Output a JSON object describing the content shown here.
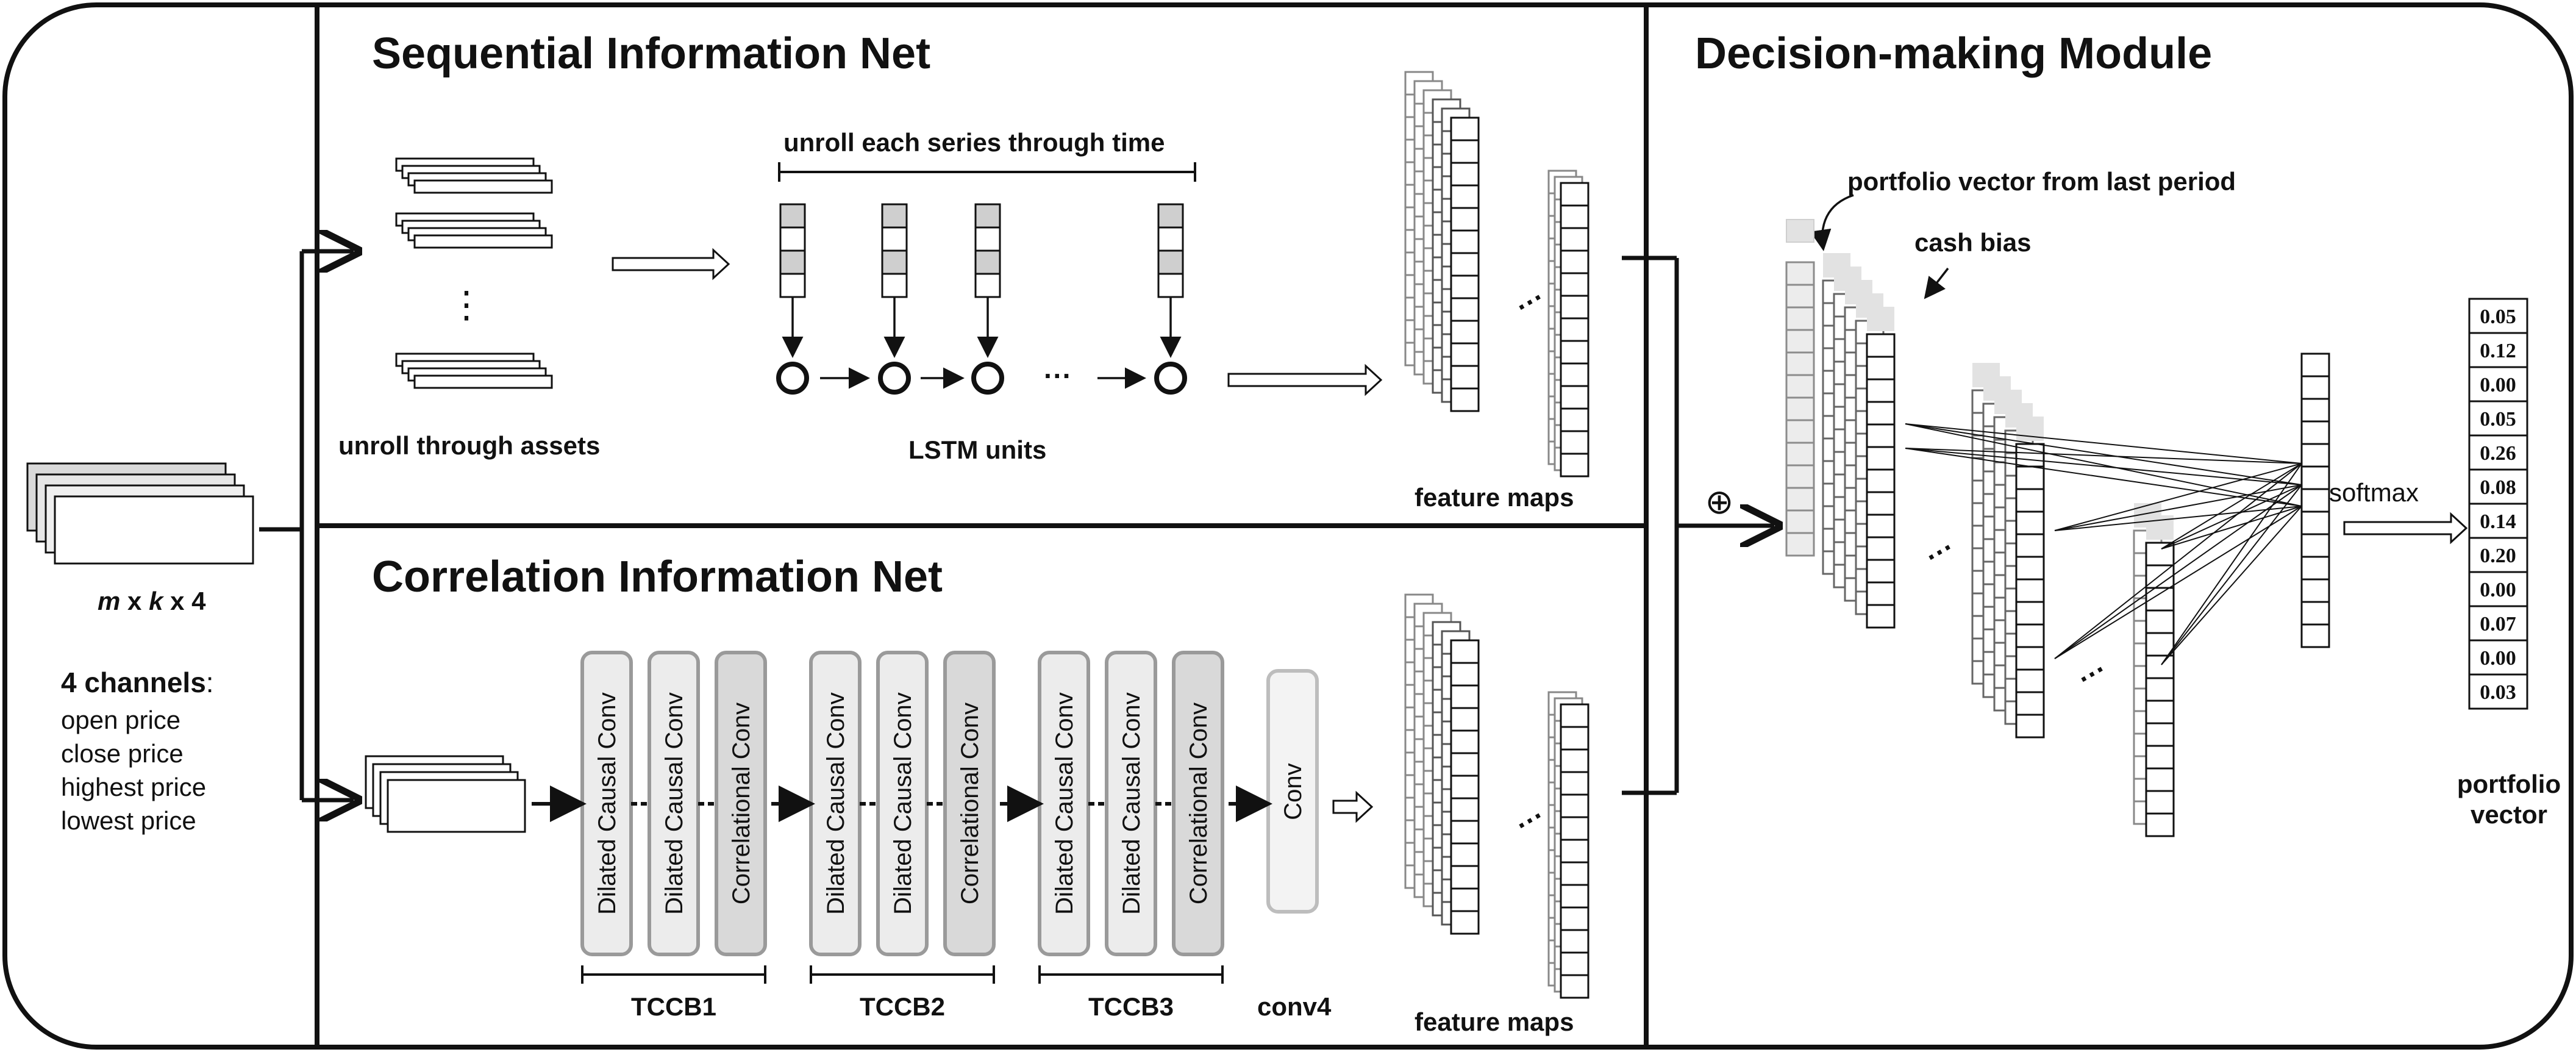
{
  "input": {
    "dims": {
      "m": "m",
      "x1": " x ",
      "k": "k",
      "x2": " x 4"
    },
    "channels_heading": "4 channels",
    "channels_colon": ":",
    "channels": [
      "open price",
      "close price",
      "highest price",
      "lowest price"
    ]
  },
  "sequential": {
    "title": "Sequential Information Net",
    "unroll_series": "unroll each series through time",
    "unroll_assets": "unroll through assets",
    "lstm_units": "LSTM units",
    "feature_maps": "feature maps",
    "dots": "⋮",
    "hdots": "···"
  },
  "correlation": {
    "title": "Correlation Information Net",
    "conv_layers": [
      "Dilated Causal Conv",
      "Dilated Causal Conv",
      "Correlational Conv"
    ],
    "blocks": [
      "TCCB1",
      "TCCB2",
      "TCCB3"
    ],
    "conv4_label": "Conv",
    "conv4": "conv4",
    "feature_maps": "feature maps"
  },
  "decision": {
    "title": "Decision-making Module",
    "portfolio_last": "portfolio vector from last period",
    "cash_bias": "cash bias",
    "softmax": "softmax",
    "concat_symbol": "⊕",
    "output_values": [
      "0.05",
      "0.12",
      "0.00",
      "0.05",
      "0.26",
      "0.08",
      "0.14",
      "0.20",
      "0.00",
      "0.07",
      "0.00",
      "0.03"
    ],
    "output_label_line1": "portfolio",
    "output_label_line2": "vector"
  },
  "colors": {
    "line": "#111111",
    "light_fill": "#e2e2e2",
    "mid_fill": "#cfcfcf",
    "box_stroke": "#9a9a9a"
  }
}
